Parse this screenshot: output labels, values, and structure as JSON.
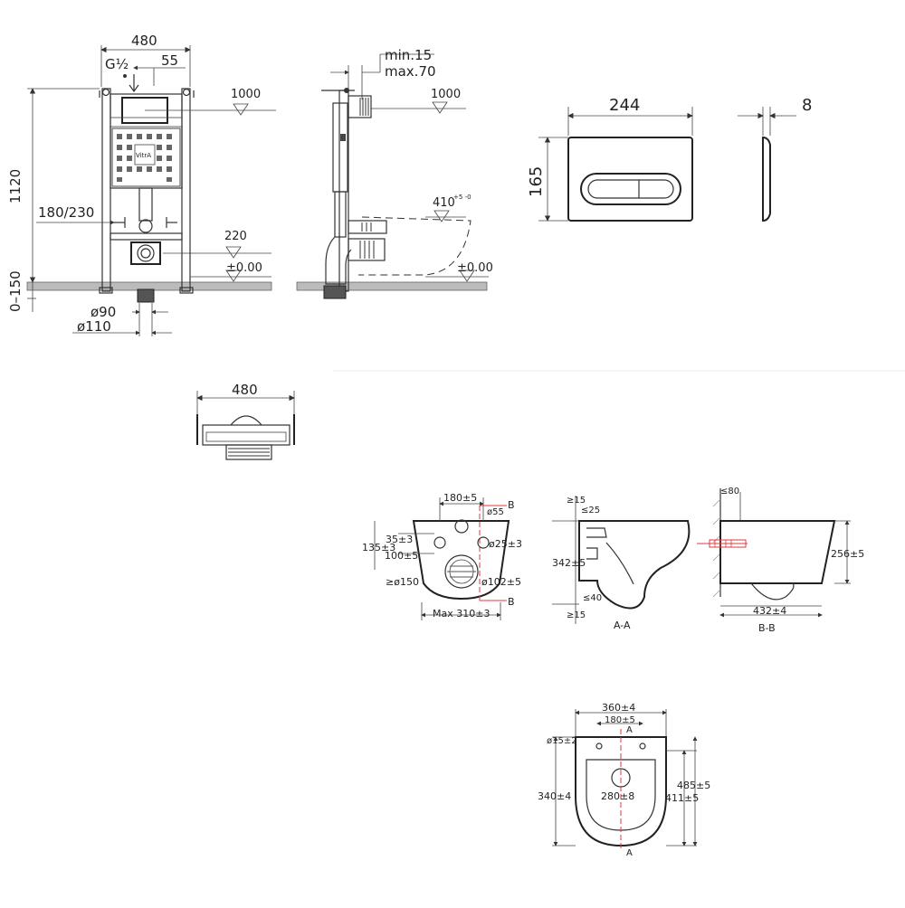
{
  "frame_front": {
    "width": "480",
    "g_half": "G½",
    "dim_55": "55",
    "height": "1120",
    "level_1000": "1000",
    "spacing": "180/230",
    "level_220": "220",
    "level_0": "±0.00",
    "adjust": "0–150",
    "d90": "ø90",
    "d110": "ø110",
    "logo": "VitrA"
  },
  "frame_side": {
    "min": "min.15",
    "max": "max.70",
    "level_1000": "1000",
    "level_410": "410",
    "level_410_sup": "+5\n-0",
    "level_0": "±0.00"
  },
  "plate": {
    "width": "244",
    "height": "165",
    "thickness": "8"
  },
  "frame_top": {
    "width": "480"
  },
  "wc_front": {
    "d180": "180±5",
    "d55": "ø55",
    "sec_b_top": "B",
    "sec_b_bottom": "B",
    "d35": "35±3",
    "d135": "135±3",
    "d100": "100±5",
    "d25": "ø25±3",
    "d150": "≥ø150",
    "d102": "ø102±5",
    "max310": "Max 310±3"
  },
  "wc_section_a": {
    "d15_top": "≥15",
    "d25": "≤25",
    "d342": "342±5",
    "d40": "≤40",
    "d15_bottom": "≥15",
    "label": "A-A"
  },
  "wc_section_b": {
    "d80": "≤80",
    "d256": "256±5",
    "d432": "432±4",
    "label": "B-B"
  },
  "wc_plan": {
    "d360": "360±4",
    "d180": "180±5",
    "a_top": "A",
    "a_bottom": "A",
    "d15": "ø15±2",
    "d340": "340±4",
    "d280": "280±8",
    "d411": "411±5",
    "d485": "485±5"
  }
}
